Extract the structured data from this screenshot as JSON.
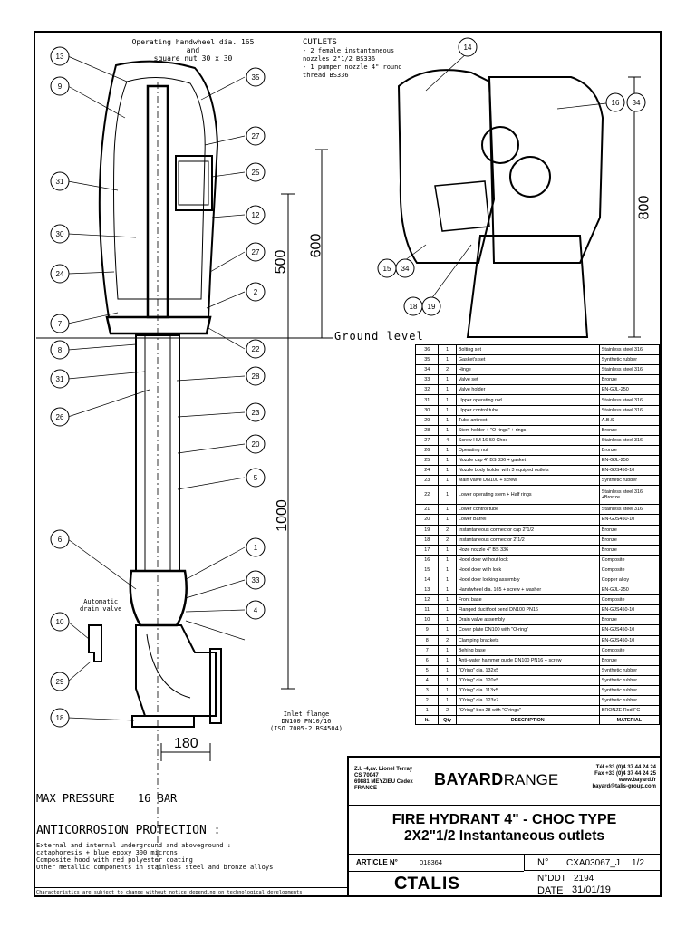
{
  "annotations": {
    "handwheel": [
      "Operating handwheel dia. 165 and",
      "square nut 30 x 30"
    ],
    "outlets_title": "CUTLETS",
    "outlets_lines": [
      "- 2 female instantaneous",
      "nozzles 2\"1/2 BS336",
      "- 1 pumper nozzle 4\" round",
      "thread BS336"
    ],
    "ground_level": "Ground level",
    "drain_valve": [
      "Automatic",
      "drain valve"
    ],
    "inlet_flange": [
      "Inlet flange",
      "DN100 PN10/16",
      "(ISO 7005-2 BS4504)"
    ],
    "dim_500": "500",
    "dim_600": "600",
    "dim_800": "800",
    "dim_1000": "1000",
    "dim_180": "180"
  },
  "balloons_left": [
    "13",
    "9",
    "31",
    "30",
    "24",
    "7",
    "8",
    "31",
    "26",
    "6",
    "10",
    "29",
    "18",
    "35",
    "27",
    "25",
    "12",
    "27",
    "2",
    "22",
    "28",
    "23",
    "20",
    "5",
    "1",
    "33",
    "4"
  ],
  "balloons_right": [
    "14",
    "16",
    "34",
    "15",
    "34",
    "18",
    "19"
  ],
  "parts_table": {
    "headers": [
      "It.",
      "Qty",
      "DESCRIPTION",
      "MATERIAL"
    ],
    "rows": [
      [
        "36",
        "1",
        "Bolting set",
        "Stainless steel 316"
      ],
      [
        "35",
        "1",
        "Gasket's set",
        "Synthetic rubber"
      ],
      [
        "34",
        "2",
        "Hinge",
        "Stainless steel 316"
      ],
      [
        "33",
        "1",
        "Valve set",
        "Bronze"
      ],
      [
        "32",
        "1",
        "Valve holder",
        "EN-GJL-250"
      ],
      [
        "31",
        "1",
        "Upper operating rod",
        "Stainless steel 316"
      ],
      [
        "30",
        "1",
        "Upper control tube",
        "Stainless steel 316"
      ],
      [
        "29",
        "1",
        "Tube antiroot",
        "A.B.S"
      ],
      [
        "28",
        "1",
        "Stem holder + \"O-rings\" + rings",
        "Bronze"
      ],
      [
        "27",
        "4",
        "Screw HM 16-50 Choc",
        "Stainless steel 316"
      ],
      [
        "26",
        "1",
        "Operating nut",
        "Bronze"
      ],
      [
        "25",
        "1",
        "Nozzle cap 4\" BS 336 + gasket",
        "EN-GJL-250"
      ],
      [
        "24",
        "1",
        "Nozzle body holder with 3 equiped outlets",
        "EN-GJS450-10"
      ],
      [
        "23",
        "1",
        "Main valve DN100 + screw",
        "Synthetic rubber"
      ],
      [
        "22",
        "1",
        "Lower operating stem + Half rings",
        "Stainless steel 316 +Bronze"
      ],
      [
        "21",
        "1",
        "Lower control tube",
        "Stainless steel 316"
      ],
      [
        "20",
        "1",
        "Lower Barrel",
        "EN-GJS450-10"
      ],
      [
        "19",
        "2",
        "Instantaneous connector cap 2\"1/2",
        "Bronze"
      ],
      [
        "18",
        "2",
        "Instantaneous connector 2\"1/2",
        "Bronze"
      ],
      [
        "17",
        "1",
        "Hoze nozzle 4\" BS 336",
        "Bronze"
      ],
      [
        "16",
        "1",
        "Hood door without lock",
        "Composite"
      ],
      [
        "15",
        "1",
        "Hood door with lock",
        "Composite"
      ],
      [
        "14",
        "1",
        "Hood door locking assembly",
        "Copper alloy"
      ],
      [
        "13",
        "1",
        "Handwheel dia. 165 + screw + washer",
        "EN-GJL-250"
      ],
      [
        "12",
        "1",
        "Front base",
        "Composite"
      ],
      [
        "11",
        "1",
        "Flanged ducitfoot bend DN100 PN16",
        "EN-GJS450-10"
      ],
      [
        "10",
        "1",
        "Drain valve assembly",
        "Bronze"
      ],
      [
        "9",
        "1",
        "Cover plate DN100 with \"O-ring\"",
        "EN-GJS450-10"
      ],
      [
        "8",
        "2",
        "Clamping brackets",
        "EN-GJS450-10"
      ],
      [
        "7",
        "1",
        "Behing base",
        "Composite"
      ],
      [
        "6",
        "1",
        "Anti-water hammer guide DN100 PN16 + screw",
        "Bronze"
      ],
      [
        "5",
        "1",
        "\"O'ring\" dia. 132x5",
        "Synthetic rubber"
      ],
      [
        "4",
        "1",
        "\"O'ring\" dia. 120x5",
        "Synthetic rubber"
      ],
      [
        "3",
        "1",
        "\"O'ring\" dia. 113x5",
        "Synthetic rubber"
      ],
      [
        "2",
        "1",
        "\"O'ring\" dia. 123x7",
        "Synthetic rubber"
      ],
      [
        "1",
        "2",
        "\"O'ring\" box 28 with \"O'rings\"",
        "BRONZE Rod FC"
      ]
    ]
  },
  "company": {
    "address": [
      "Z.I. -4,av. Lionel Terray",
      "CS 70047",
      "69881 MEYZIEU Cedex",
      "FRANCE"
    ],
    "brand_bold": "BAYARD",
    "brand_regular": "RANGE",
    "contacts": [
      "Tél +33 (0)4 37 44 24 24",
      "Fax +33 (0)4 37 44 24 25",
      "www.bayard.fr",
      "bayard@talis-group.com"
    ]
  },
  "title": {
    "line1": "FIRE HYDRANT 4\" - CHOC TYPE",
    "line2": "2X2\"1/2 Instantaneous outlets"
  },
  "article": {
    "label": "ARTICLE N°",
    "value": "018364"
  },
  "drawing": {
    "no_label": "N°",
    "no_value": "CXA03067_J",
    "sheet": "1/2",
    "ddt_label": "N°DDT",
    "ddt_value": "2194",
    "date_label": "DATE",
    "date_value": "31/01/19"
  },
  "logo_text": "TALIS",
  "max_pressure": {
    "label": "MAX PRESSURE",
    "value": "16 BAR"
  },
  "anticorrosion": {
    "title": "ANTICORROSION PROTECTION :",
    "lines": [
      "External and internal underground and aboveground :",
      "cataphoresis + blue epoxy 300 microns",
      "Composite hood with red polyester coating",
      "Other metallic components in stainless steel and bronze alloys"
    ]
  },
  "footer_note": "Characteristics are subject to change without notice depending on technological developments"
}
